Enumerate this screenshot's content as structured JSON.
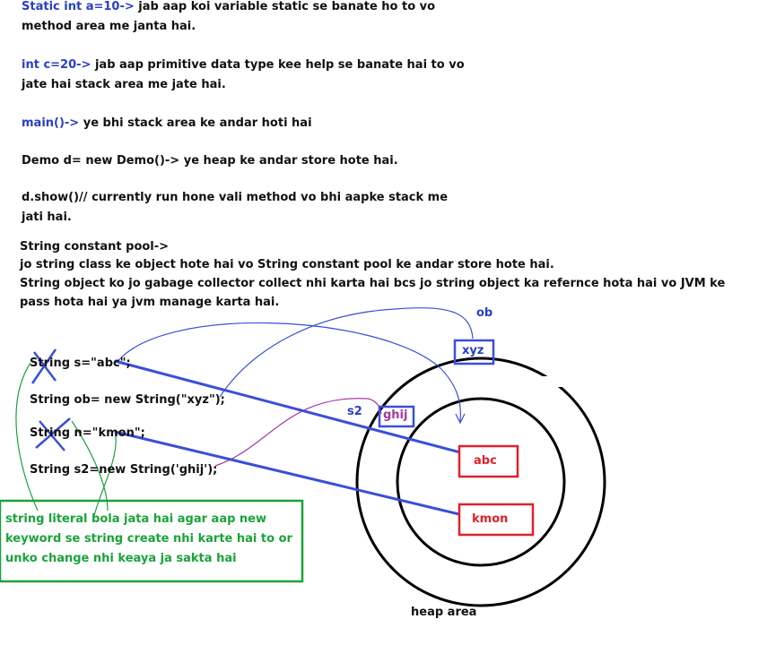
{
  "notes": [
    {
      "prefix": "Static int a=10->",
      "text": " jab aap koi variable static se banate ho to vo"
    },
    {
      "prefix": "",
      "text": "method area me janta hai."
    },
    {
      "prefix": "int c=20->",
      "text": " jab aap primitive data type kee help se banate hai to vo"
    },
    {
      "prefix": "",
      "text": "jate hai stack area me jate hai."
    },
    {
      "prefix": "main()->",
      "text": " ye bhi stack area ke andar hoti hai"
    },
    {
      "prefix": "",
      "text": "Demo d= new Demo()-> ye heap ke andar store hote hai."
    },
    {
      "prefix": "",
      "text": "d.show()// currently run hone vali method vo bhi aapke stack me"
    },
    {
      "prefix": "",
      "text": "jati hai."
    }
  ],
  "pool": {
    "heading": "String constant pool->",
    "line1": "jo string class ke object hote hai vo String constant pool ke andar store hote hai.",
    "line2": "String object ko jo gabage collector collect nhi karta hai bcs jo string object ka refernce hota hai vo JVM ke",
    "line3": "pass hota hai ya jvm manage karta hai."
  },
  "code": [
    "String s=\"abc\";",
    "String ob= new String(\"xyz\");",
    "String n=\"kmon\";",
    "String s2=new String('ghij');"
  ],
  "heap": {
    "boxes": {
      "xyz": "xyz",
      "ghij": "ghij",
      "abc": "abc",
      "kmon": "kmon"
    },
    "labels": {
      "ob": "ob",
      "s2": "s2"
    },
    "caption": "heap area"
  },
  "green_note": [
    "string literal bola jata hai agar aap new",
    "keyword se string create nhi karte hai to or",
    "unko change nhi keaya ja sakta hai"
  ],
  "colors": {
    "keyword_blue": "#2a3fc4",
    "arrow_blue": "#3a4fd8",
    "red_box": "#e0202a",
    "green": "#1aa33a",
    "purple": "#a43aa0"
  }
}
